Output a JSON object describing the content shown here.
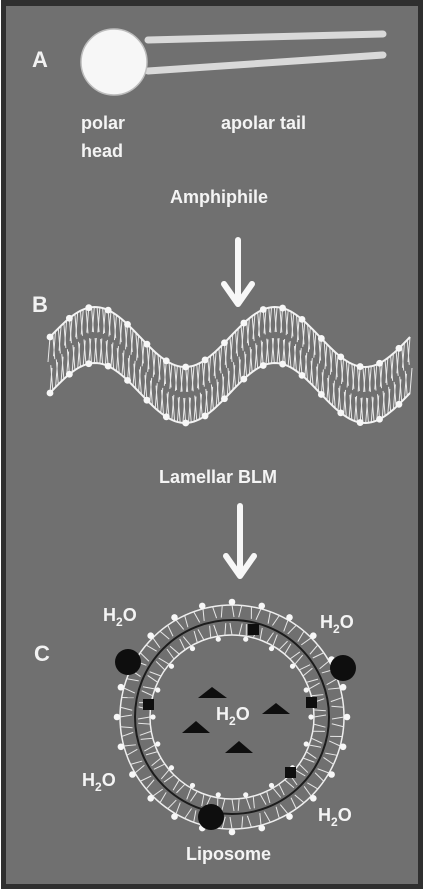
{
  "panels": {
    "a": {
      "label": "A",
      "head_label_line1": "polar",
      "head_label_line2": "head",
      "tail_label": "apolar tail",
      "caption": "Amphiphile"
    },
    "b": {
      "label": "B",
      "caption": "Lamellar BLM"
    },
    "c": {
      "label": "C",
      "caption": "Liposome",
      "water_main": "H",
      "water_sub": "2",
      "water_tail": "O"
    }
  },
  "colors": {
    "background": "#6f6f6f",
    "frame": "#2c2c2c",
    "text": "#f4f4f4",
    "lipid": "#f2f2f2",
    "solute": "#111111"
  }
}
